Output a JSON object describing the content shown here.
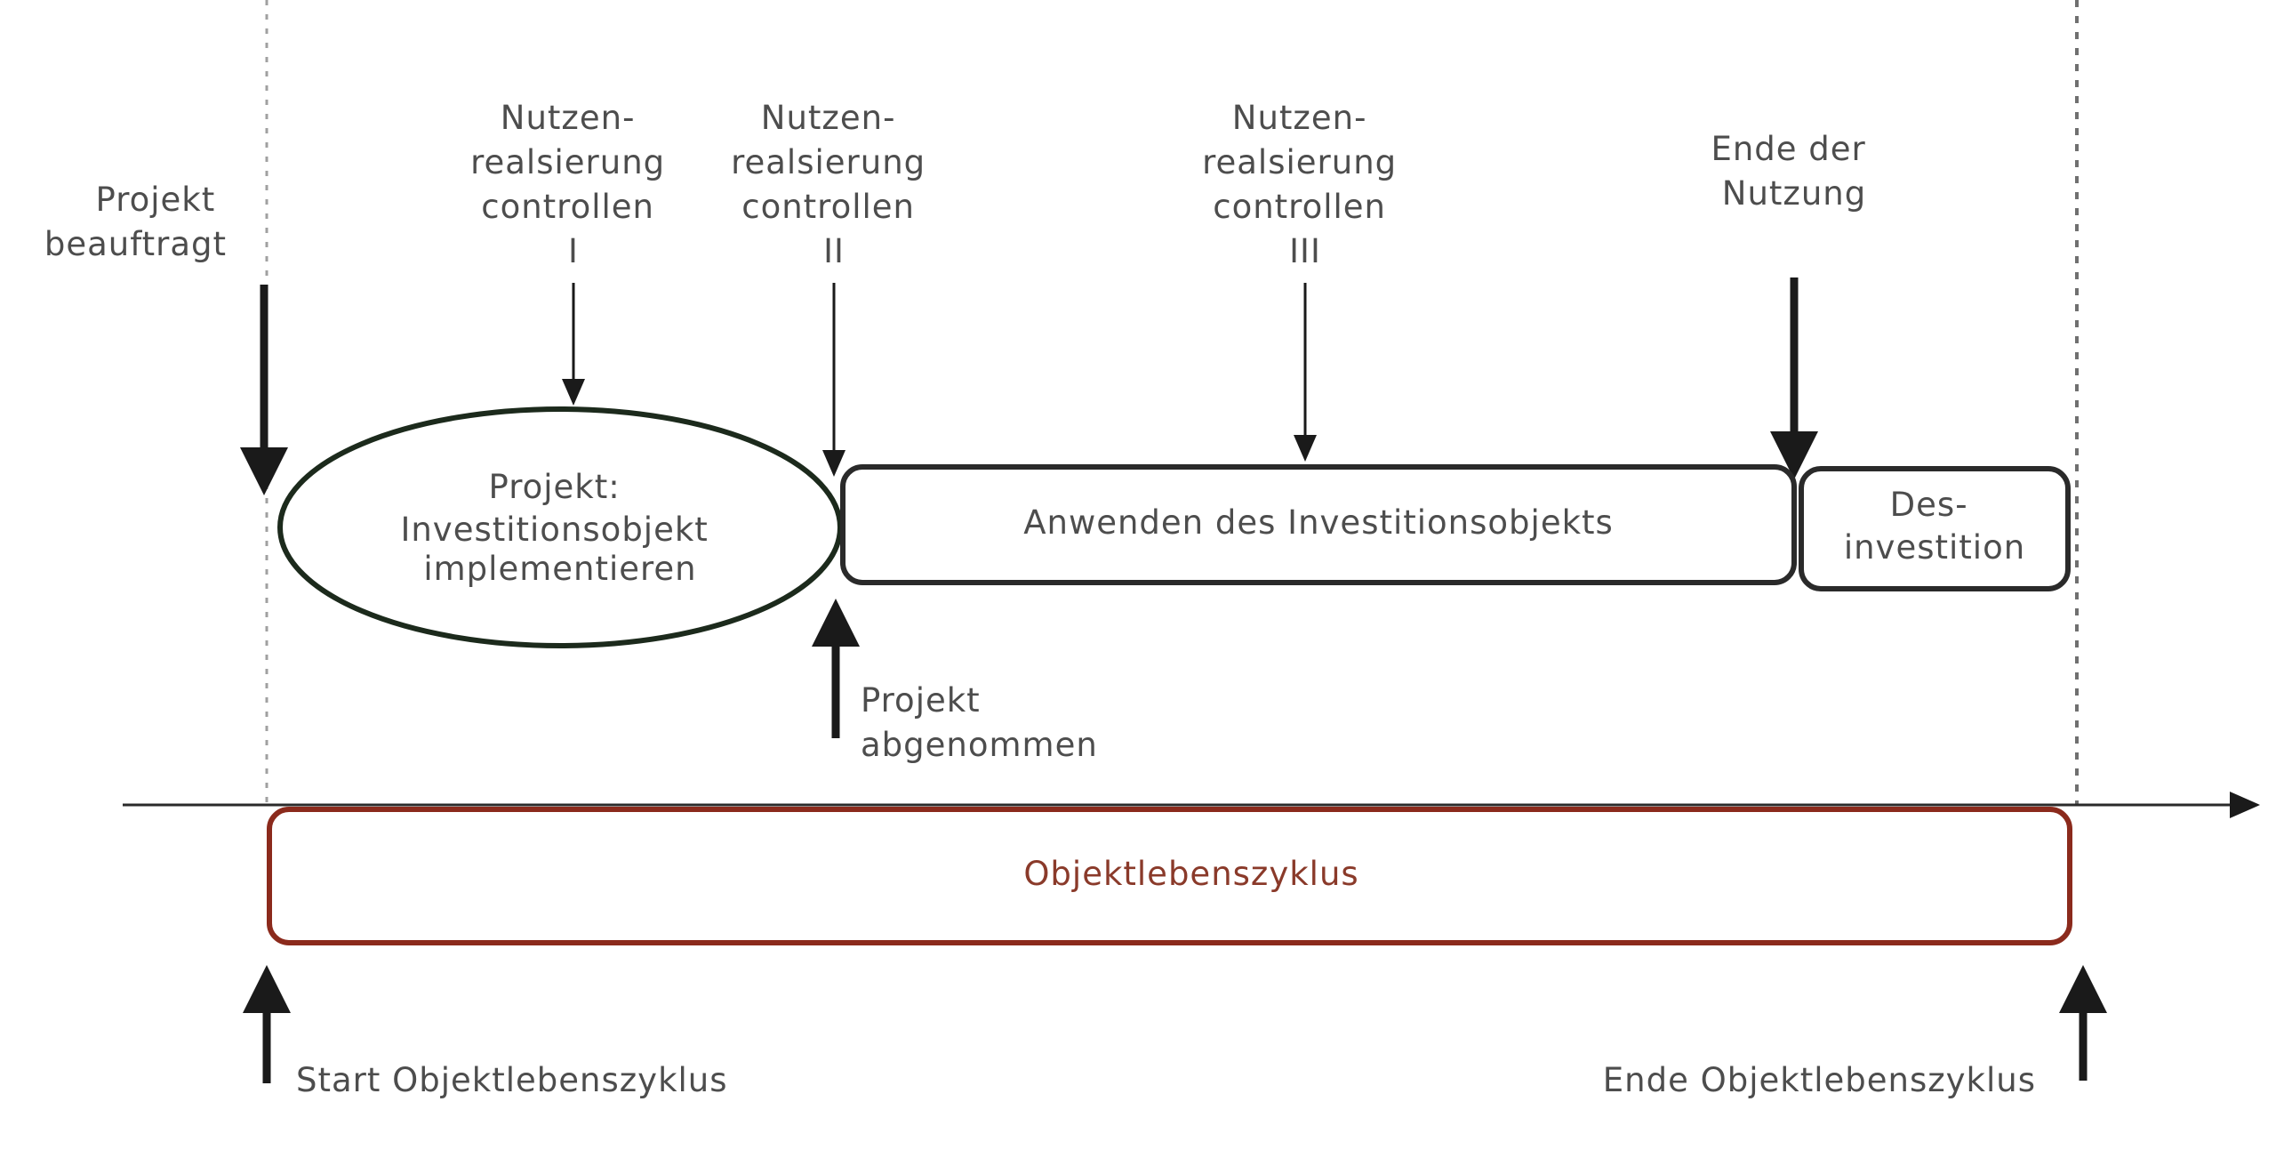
{
  "colors": {
    "ink": "#1a1a1a",
    "text": "#4d4d4d",
    "project_ellipse_stroke": "#1c2a1c",
    "lifecycle_stroke": "#8b2a1c",
    "lifecycle_text": "#8a3a2a",
    "guide_line": "#9a9a9a"
  },
  "top_labels": {
    "projekt_beauftragt": [
      "Projekt",
      "beauftragt"
    ],
    "controlling_1": [
      "Nutzen-",
      "realsierung",
      "controllen",
      "I"
    ],
    "controlling_2": [
      "Nutzen-",
      "realsierung",
      "controllen",
      "II"
    ],
    "controlling_3": [
      "Nutzen-",
      "realsierung",
      "controllen",
      "III"
    ],
    "ende_nutzung": [
      "Ende der",
      "Nutzung"
    ]
  },
  "phases": {
    "project": [
      "Projekt:",
      "Investitionsobjekt",
      "implementieren"
    ],
    "anwenden": "Anwenden des Investitionsobjekts",
    "desinvestition": [
      "Des-",
      "investition"
    ]
  },
  "middle_labels": {
    "projekt_abgenommen": [
      "Projekt",
      "abgenommen"
    ]
  },
  "lifecycle": {
    "label": "Objektlebenszyklus",
    "start": "Start Objektlebenszyklus",
    "end": "Ende Objektlebenszyklus"
  }
}
